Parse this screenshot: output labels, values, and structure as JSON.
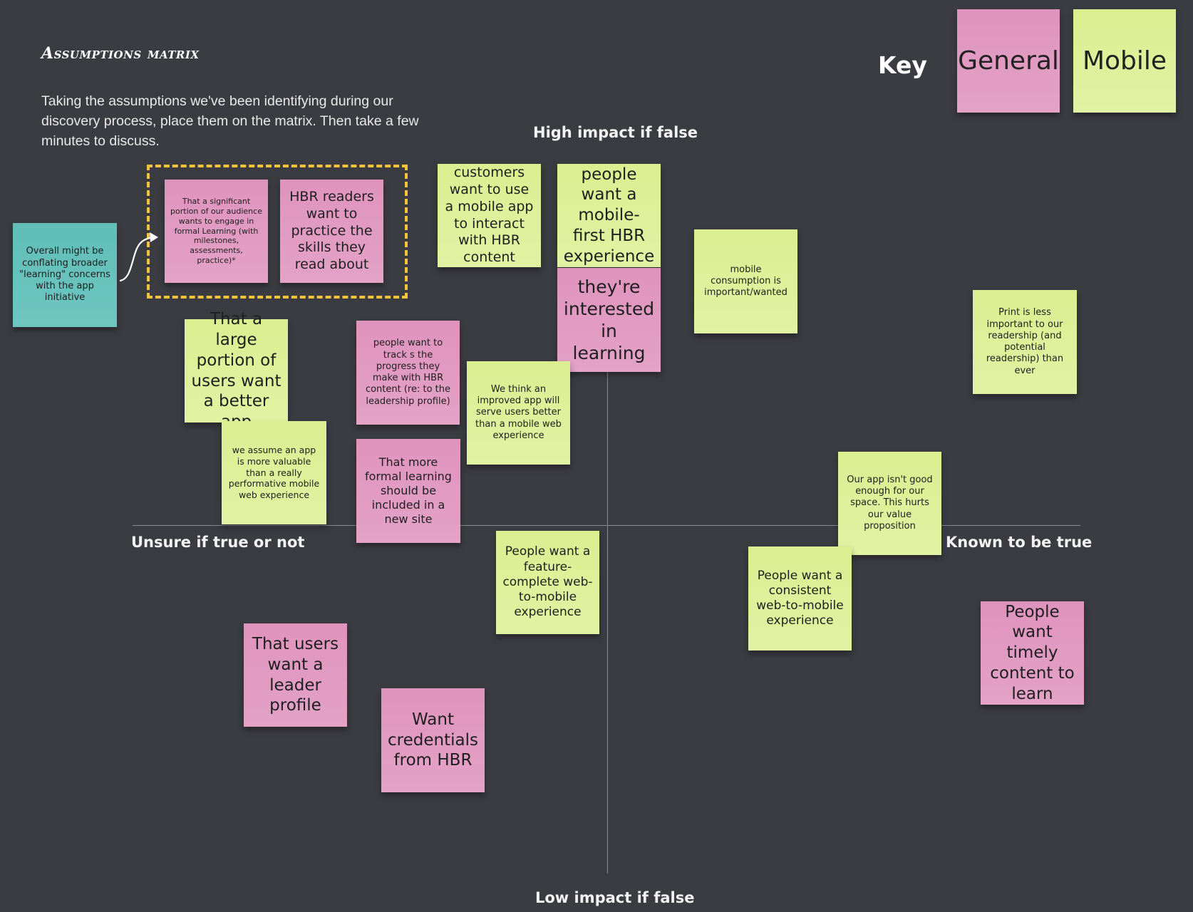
{
  "board": {
    "title": "Assumptions matrix",
    "description": "Taking the assumptions we've been identifying during our discovery process, place them on the matrix. Then take a few minutes to discuss."
  },
  "key": {
    "label": "Key",
    "general": "General",
    "mobile": "Mobile",
    "colors": {
      "general": "#e09abf",
      "mobile": "#dcef96"
    }
  },
  "axes": {
    "top": "High impact if false",
    "bottom": "Low impact if false",
    "left": "Unsure if true or not",
    "right": "Known to be true"
  },
  "notes": {
    "overall": "Overall might be conflating broader \"learning\" concerns with the app initiative",
    "significant_portion": "That a significant portion of our audience wants to engage in formal Learning (with milestones, assessments, practice)*",
    "hbr_readers": "HBR readers want to practice the skills they read about",
    "customers_mobile_app": "customers want to use a mobile app to interact with HBR content",
    "mobile_first": "people want a mobile-first HBR experience",
    "interested_learning": "they're interested in learning",
    "mobile_consumption": "mobile consumption is important/wanted",
    "print_less_important": "Print is less important to our readership (and potential readership) than ever",
    "large_portion": "That a large portion of users want a better app",
    "track_progress": "people want to track s the progress they make with HBR content (re: to the leadership profile)",
    "improved_app": "We think an improved app will serve users better than a mobile web experience",
    "app_more_valuable": "we assume an app is more valuable than a really performative mobile web experience",
    "formal_learning_site": "That more formal learning should be included in a new site",
    "app_not_good": "Our app isn't good enough for our space. This hurts our value proposition",
    "feature_complete": "People want a feature-complete web-to-mobile experience",
    "consistent_web_mobile": "People want a consistent web-to-mobile experience",
    "leader_profile": "That users want a leader profile",
    "credentials": "Want credentials from HBR",
    "timely_content": "People want timely content to learn"
  }
}
